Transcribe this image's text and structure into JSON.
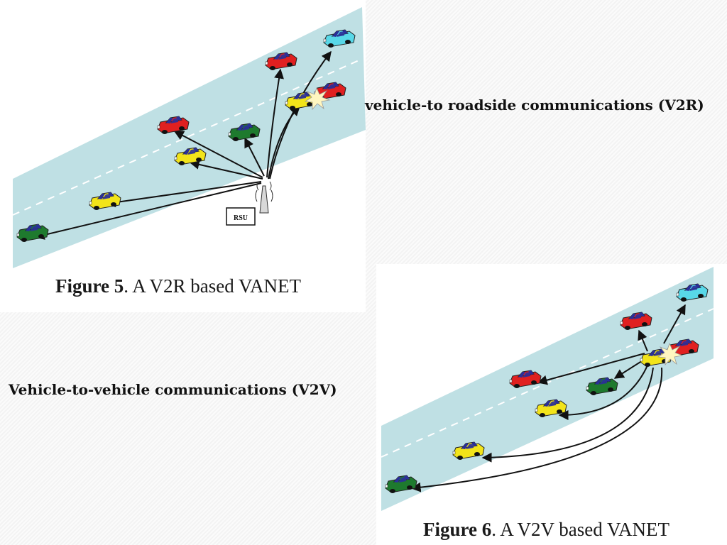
{
  "figure5": {
    "number": "Figure 5",
    "title": ". A V2R based VANET",
    "rsu_label": "RSU"
  },
  "figure6": {
    "number": "Figure 6",
    "title": ". A V2V based VANET"
  },
  "labels": {
    "v2r": "vehicle-to roadside communications (V2R)",
    "v2v": "Vehicle-to-vehicle communications (V2V)"
  },
  "colors": {
    "road": "#bfe0e4",
    "red_car": "#e02020",
    "yellow_car": "#f2e41a",
    "green_car": "#1e7a2e",
    "cyan_car": "#58d8e8",
    "arrow": "#111111"
  }
}
